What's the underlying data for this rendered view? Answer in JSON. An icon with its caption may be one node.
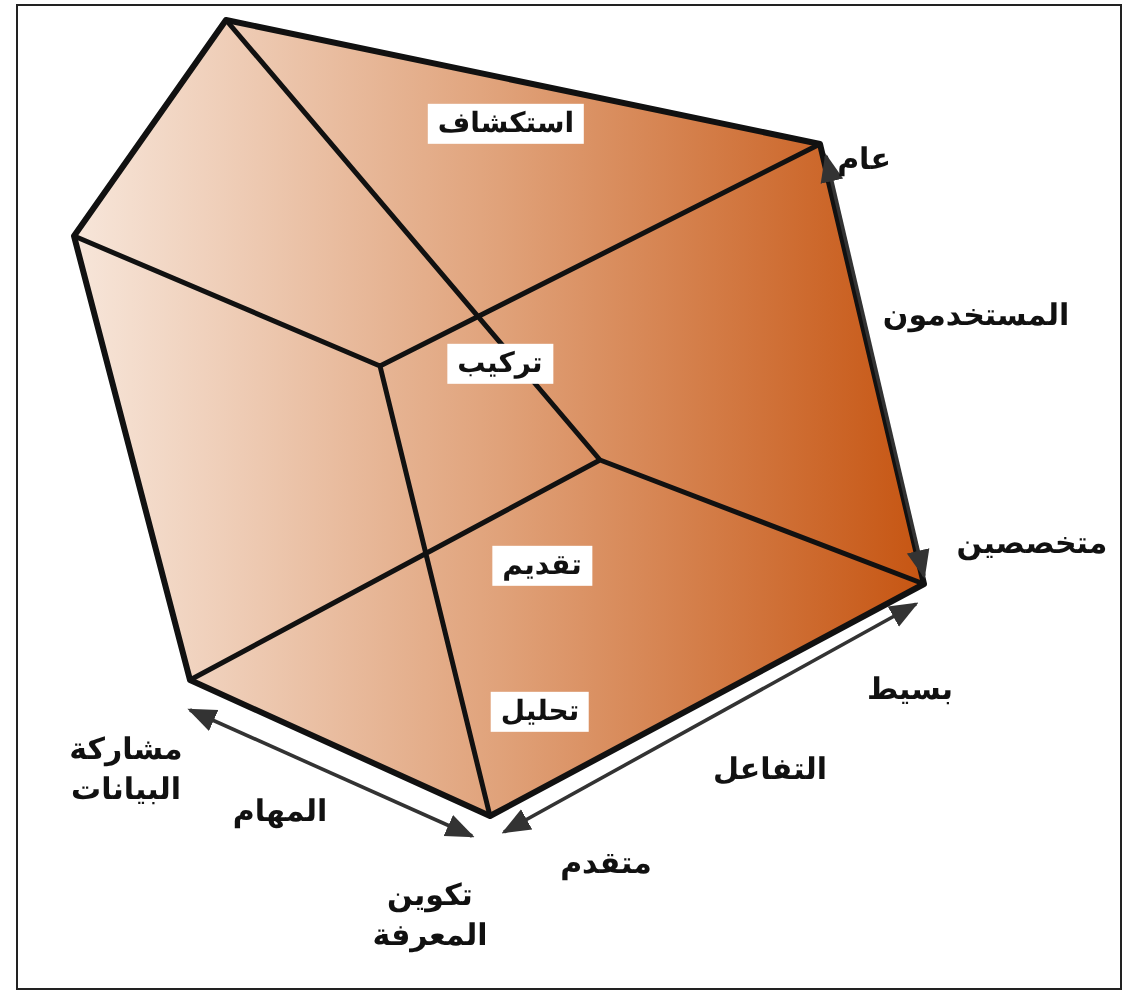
{
  "diagram": {
    "labels": [
      "استكشاف",
      "عام",
      "المستخدمون",
      "تركيب",
      "متخصصين",
      "تقديم",
      "بسيط",
      "تحليل",
      "مشاركة البيانات",
      "التفاعل",
      "المهام",
      "متقدم",
      "تكوين المعرفة"
    ]
  }
}
